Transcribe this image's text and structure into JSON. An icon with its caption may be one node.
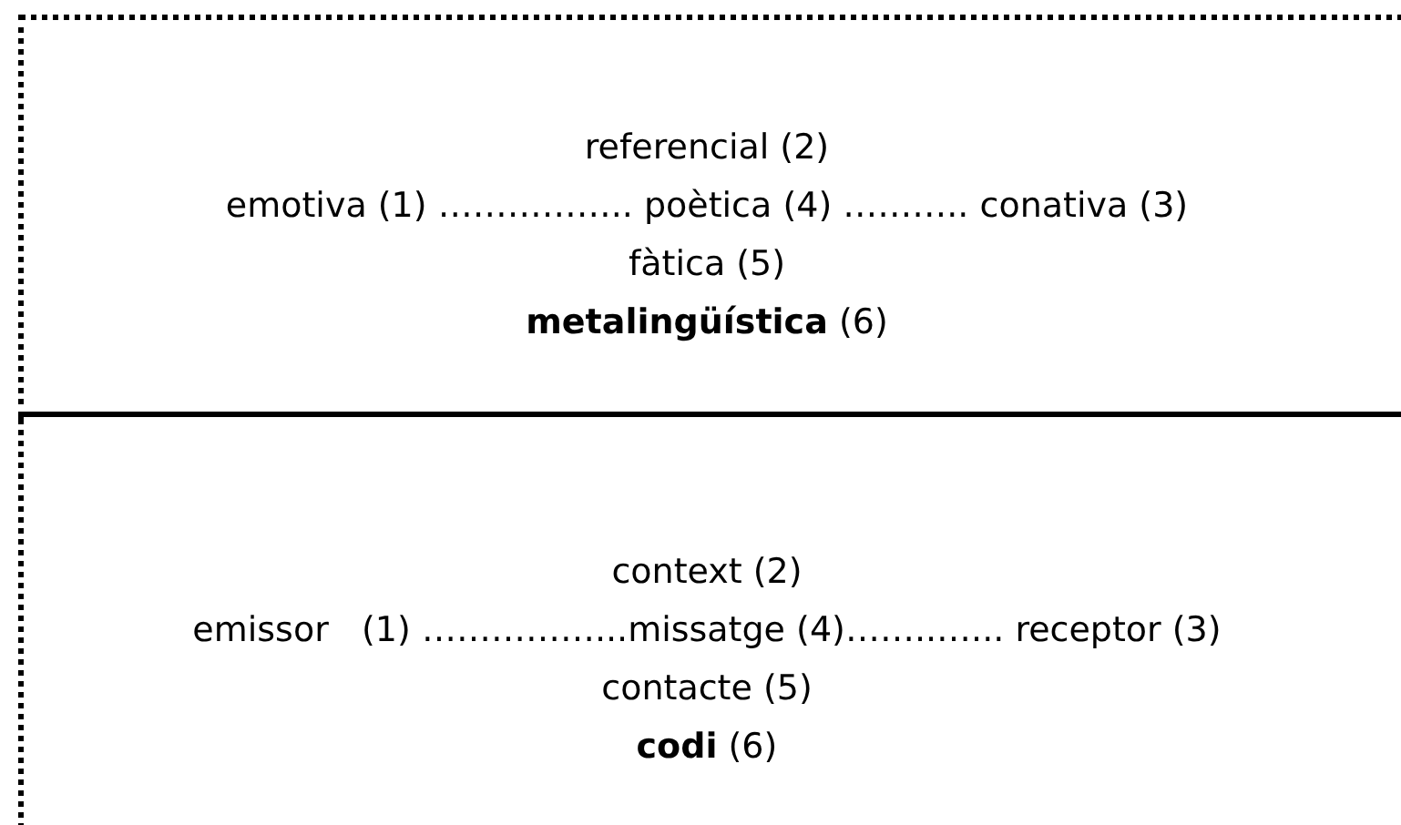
{
  "diagram": {
    "nodes": [
      {
        "text": [
          "referencial (2)",
          "emotiva (1) …………….. poètica (4) ……….. conativa (3)",
          "fàtica (5)",
          "**metalingüística** (6)"
        ]
      },
      {
        "text": [
          "context (2)",
          "emissor   (1) ……………...missatge (4)……..…... receptor (3)",
          "contacte (5)",
          "**codi** (6)"
        ]
      }
    ]
  }
}
